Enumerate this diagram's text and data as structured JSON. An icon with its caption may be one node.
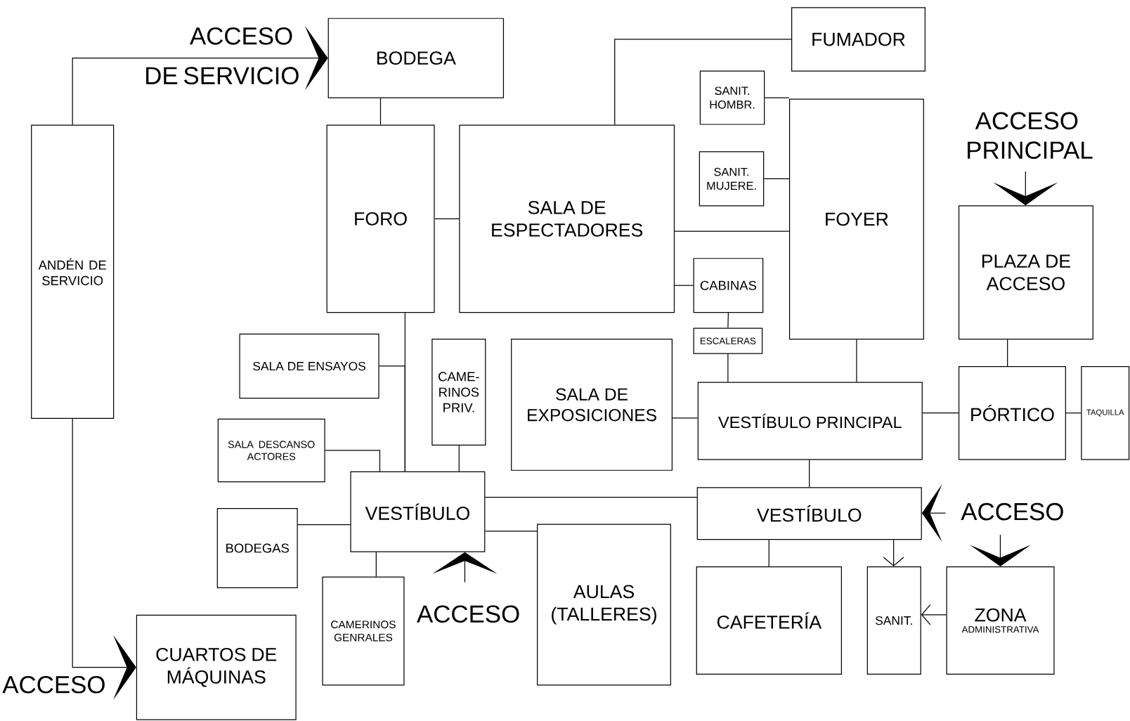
{
  "diagram": {
    "nodes": [
      {
        "text": [
          "BODEGA"
        ]
      },
      {
        "text": [
          "ANDÉN DE SERVICIO"
        ]
      },
      {
        "text": [
          "FORO"
        ]
      },
      {
        "text": [
          "SALA DE ESPECTADORES"
        ]
      },
      {
        "text": [
          "FUMADOR"
        ]
      },
      {
        "text": [
          "SANIT. HOMBR."
        ]
      },
      {
        "text": [
          "SANIT. MUJERE."
        ]
      },
      {
        "text": [
          "FOYER"
        ]
      },
      {
        "text": [
          "CABINAS"
        ]
      },
      {
        "text": [
          "ESCALERAS"
        ]
      },
      {
        "text": [
          "PLAZA DE ACCESO"
        ]
      },
      {
        "text": [
          "SALA DE ENSAYOS"
        ]
      },
      {
        "text": [
          "CAME-RINOS PRIV."
        ]
      },
      {
        "text": [
          "SALA DE EXPOSICIONES"
        ]
      },
      {
        "text": [
          "SALA DESCANSO ACTORES"
        ]
      },
      {
        "text": [
          "VESTÍBULO PRINCIPAL"
        ]
      },
      {
        "text": [
          "PÓRTICO"
        ]
      },
      {
        "text": [
          "TAQUILLA"
        ]
      },
      {
        "text": [
          "VESTÍBULO"
        ]
      },
      {
        "text": [
          "BODEGAS"
        ]
      },
      {
        "text": [
          "VESTÍBULO"
        ]
      },
      {
        "text": [
          "CAMERINOS GENRALES"
        ]
      },
      {
        "text": [
          "AULAS (TALLERES)"
        ]
      },
      {
        "text": [
          "CAFETERÍA"
        ]
      },
      {
        "text": [
          "SANIT."
        ]
      },
      {
        "text": [
          "ZONA",
          "ADMINISTRATIVA"
        ]
      },
      {
        "text": [
          "CUARTOS DE MÁQUINAS"
        ]
      }
    ],
    "edges": [
      {
        "from": 1,
        "to": 0,
        "arrow": "to"
      },
      {
        "from": 1,
        "to": 26,
        "arrow": "to"
      },
      {
        "from": 0,
        "to": 2,
        "arrow": "none"
      },
      {
        "from": 2,
        "to": 3,
        "arrow": "none"
      },
      {
        "from": 3,
        "to": 4,
        "arrow": "none"
      },
      {
        "from": 5,
        "to": 7,
        "arrow": "none"
      },
      {
        "from": 6,
        "to": 7,
        "arrow": "none"
      },
      {
        "from": 3,
        "to": 7,
        "arrow": "none"
      },
      {
        "from": 3,
        "to": 8,
        "arrow": "none"
      },
      {
        "from": 8,
        "to": 9,
        "arrow": "none"
      },
      {
        "from": 9,
        "to": 15,
        "arrow": "none"
      },
      {
        "from": 7,
        "to": 15,
        "arrow": "none"
      },
      {
        "from": 13,
        "to": 15,
        "arrow": "none"
      },
      {
        "from": 15,
        "to": 16,
        "arrow": "none"
      },
      {
        "from": 10,
        "to": 16,
        "arrow": "none"
      },
      {
        "from": 16,
        "to": 17,
        "arrow": "none"
      },
      {
        "from": 15,
        "to": 20,
        "arrow": "none"
      },
      {
        "from": 2,
        "to": 18,
        "arrow": "none"
      },
      {
        "from": 11,
        "to": 18,
        "arrow": "none"
      },
      {
        "from": 14,
        "to": 18,
        "arrow": "none"
      },
      {
        "from": 12,
        "to": 18,
        "arrow": "none"
      },
      {
        "from": 19,
        "to": 18,
        "arrow": "none"
      },
      {
        "from": 18,
        "to": 20,
        "arrow": "none"
      },
      {
        "from": 18,
        "to": 22,
        "arrow": "none"
      },
      {
        "from": 18,
        "to": 21,
        "arrow": "none"
      },
      {
        "from": null,
        "to": 18,
        "arrow": "to"
      },
      {
        "from": 20,
        "to": 23,
        "arrow": "none"
      },
      {
        "from": 20,
        "to": 24,
        "arrow": "to"
      },
      {
        "from": 25,
        "to": 24,
        "arrow": "to"
      },
      {
        "from": null,
        "to": 20,
        "arrow": "to"
      },
      {
        "from": null,
        "to": 25,
        "arrow": "to"
      },
      {
        "from": null,
        "to": 10,
        "arrow": "to"
      }
    ],
    "labels": [
      "ACCESO",
      "DE SERVICIO",
      "ACCESO PRINCIPAL",
      "ACCESO",
      "ACCESO",
      "ACCESO"
    ]
  }
}
